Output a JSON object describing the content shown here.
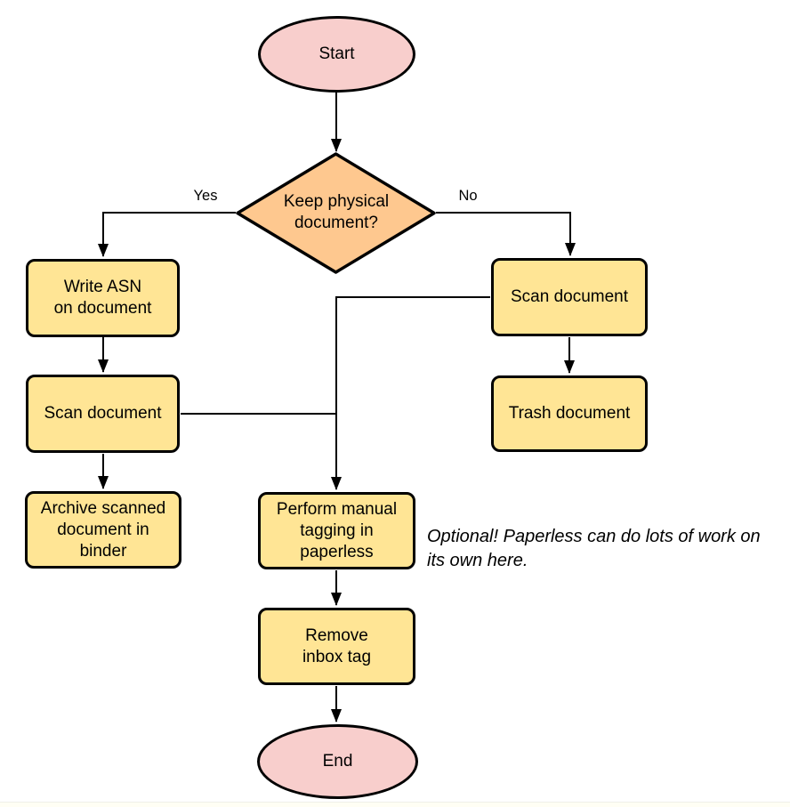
{
  "colors": {
    "terminator_fill": "#F8CECC",
    "decision_fill": "#FEC88F",
    "process_fill": "#FFE595",
    "shape_border": "#000000",
    "edge_color": "#000000",
    "text_color": "#000000",
    "canvas_bg": "#FFFFFF"
  },
  "nodes": {
    "start": {
      "label": "Start",
      "shape": "terminator"
    },
    "decision": {
      "label": "Keep physical\ndocument?",
      "shape": "decision"
    },
    "write_asn": {
      "label": "Write ASN\non document",
      "shape": "process"
    },
    "scan_left": {
      "label": "Scan document",
      "shape": "process"
    },
    "archive": {
      "label": "Archive scanned\ndocument in\nbinder",
      "shape": "process"
    },
    "scan_right": {
      "label": "Scan document",
      "shape": "process"
    },
    "trash": {
      "label": "Trash document",
      "shape": "process"
    },
    "tagging": {
      "label": "Perform manual\ntagging in\npaperless",
      "shape": "process"
    },
    "remove_inbox": {
      "label": "Remove\ninbox tag",
      "shape": "process"
    },
    "end": {
      "label": "End",
      "shape": "terminator"
    }
  },
  "edge_labels": {
    "yes": "Yes",
    "no": "No"
  },
  "annotation": "Optional! Paperless can do lots of work on\nits own here."
}
